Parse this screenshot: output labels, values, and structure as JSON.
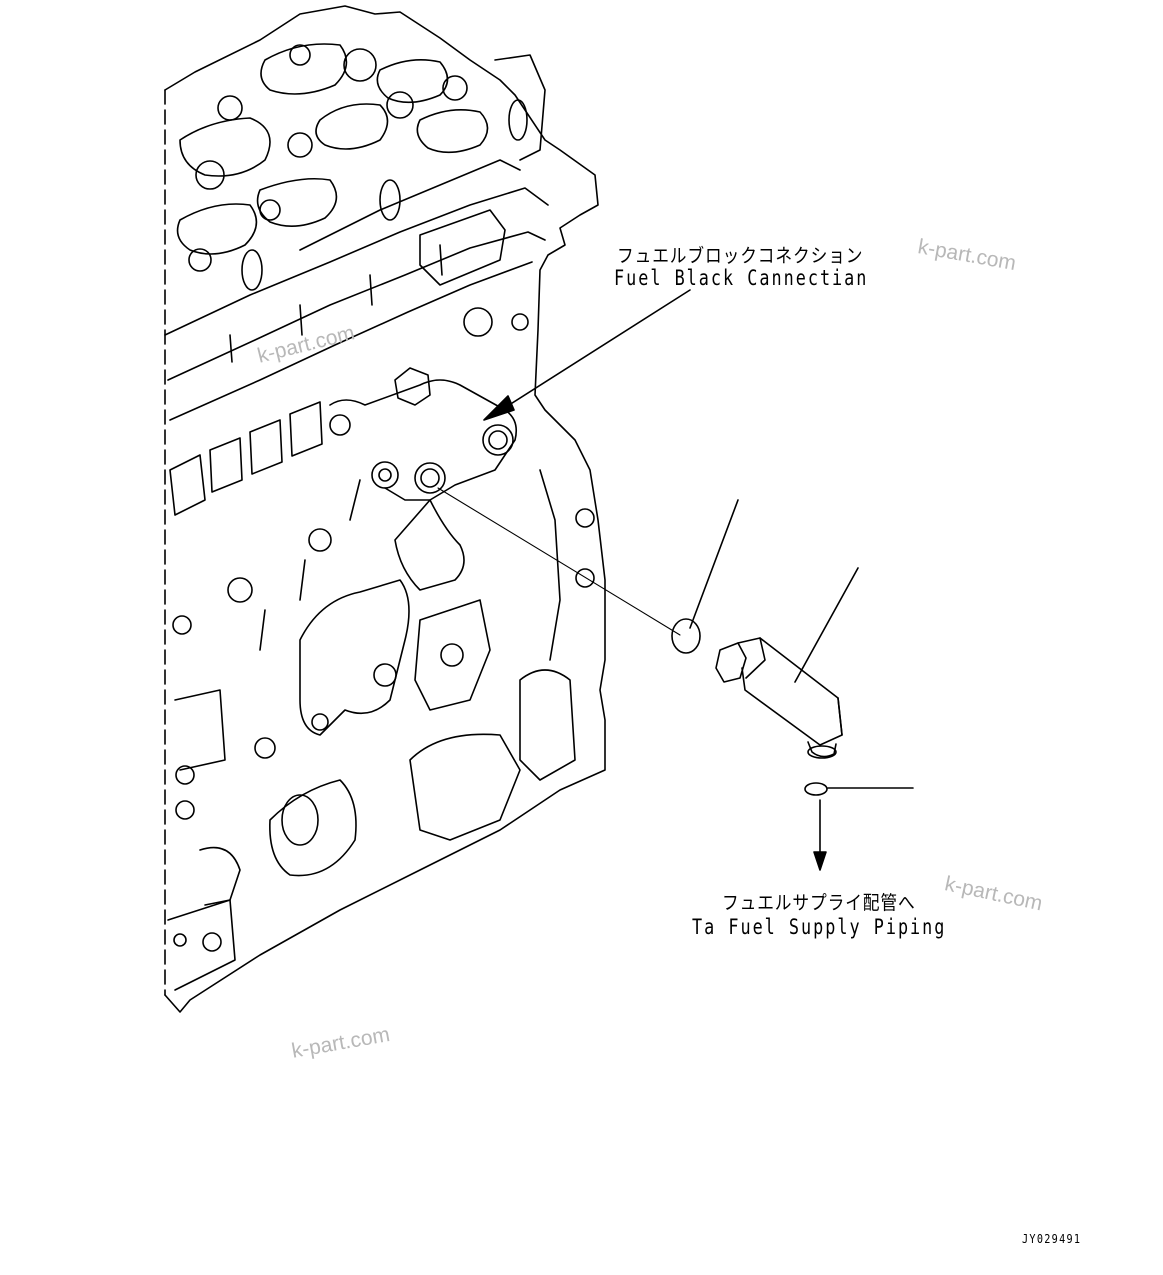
{
  "labels": {
    "fuel_block_jp": "フュエルブロックコネクション",
    "fuel_block_en": "Fuel Black Cannectian",
    "supply_jp": "フュエルサプライ配管へ",
    "supply_en": "Ta Fuel Supply Piping"
  },
  "watermarks": [
    "k-part.com",
    "k-part.com",
    "k-part.com",
    "k-part.com"
  ],
  "drawing_code": "JY029491",
  "icons": {
    "engine": "engine-block-drawing",
    "oring": "o-ring",
    "elbow": "elbow-connector"
  },
  "colors": {
    "line": "#000000",
    "watermark": "#b8b8b8",
    "background": "#ffffff"
  }
}
